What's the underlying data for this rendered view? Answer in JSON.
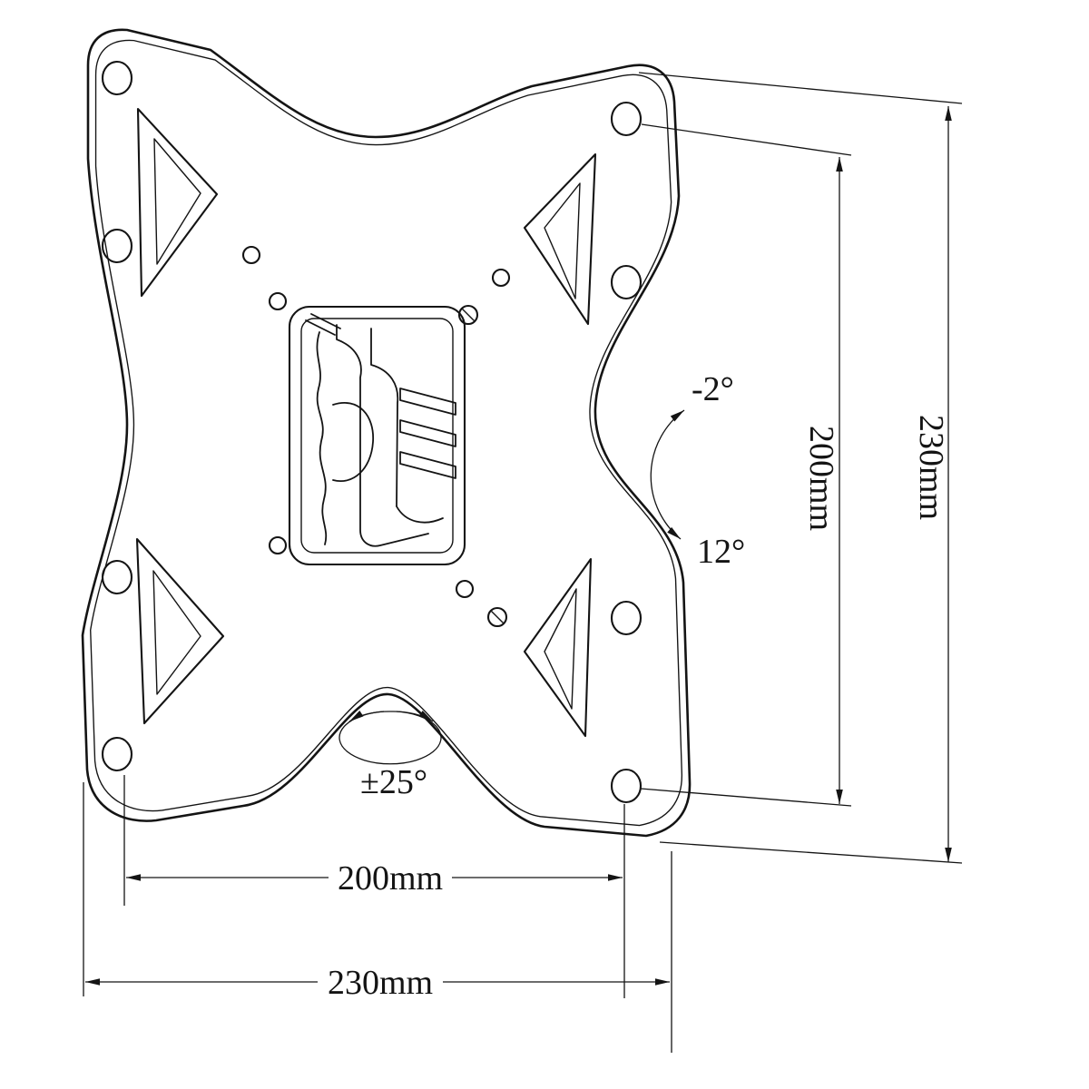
{
  "diagram": {
    "type": "technical-drawing",
    "colors": {
      "line": "#141414",
      "background": "#ffffff"
    },
    "dimension_labels": {
      "hole_spacing_vertical": "200mm",
      "overall_height": "230mm",
      "hole_spacing_horizontal": "200mm",
      "overall_width": "230mm"
    },
    "angle_labels": {
      "tilt_up": "-2°",
      "tilt_down": "12°",
      "swivel": "±25°"
    }
  }
}
